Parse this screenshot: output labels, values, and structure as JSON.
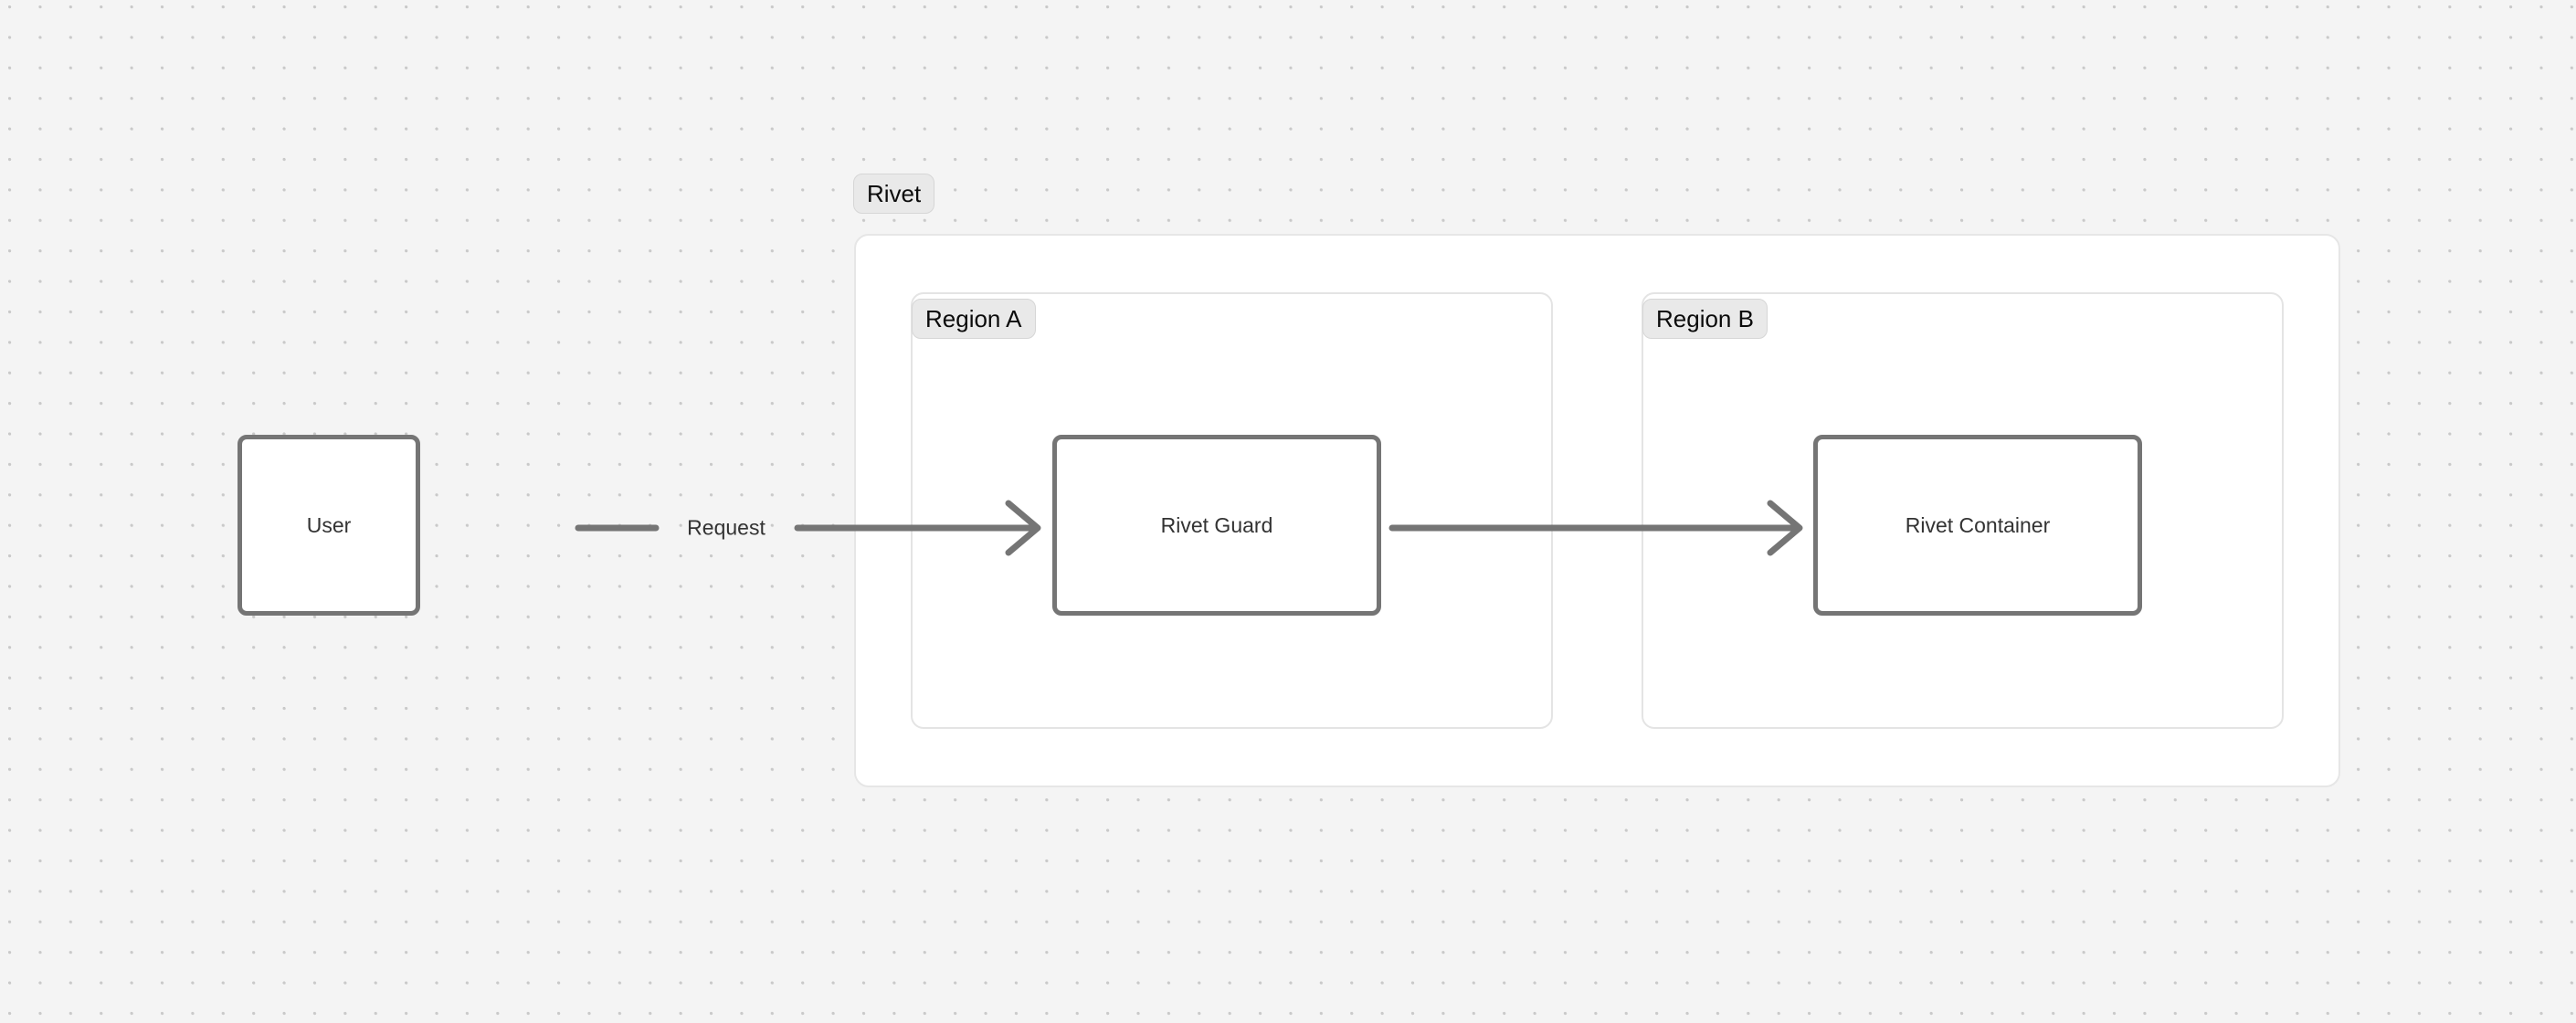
{
  "diagram": {
    "type": "flow-diagram",
    "background": "#f4f4f4",
    "grid": "dotted",
    "accent_colors": {
      "node_border": "#757575",
      "node_fill": "#ffffff",
      "group_border": "#e4e4e4",
      "group_fill": "#ffffff",
      "label_pill_fill": "#e9e9e9",
      "label_pill_border": "#d6d6d6",
      "edge_stroke": "#757575",
      "text": "#333333",
      "grid_dot": "#c9c9c9"
    },
    "groups": [
      {
        "id": "rivet",
        "label": "Rivet",
        "children": [
          "region-a",
          "region-b"
        ]
      },
      {
        "id": "region-a",
        "label": "Region A",
        "children": [
          "rivet-guard"
        ]
      },
      {
        "id": "region-b",
        "label": "Region B",
        "children": [
          "rivet-container"
        ]
      }
    ],
    "nodes": [
      {
        "id": "user",
        "label": "User",
        "group": null
      },
      {
        "id": "rivet-guard",
        "label": "Rivet Guard",
        "group": "region-a"
      },
      {
        "id": "rivet-container",
        "label": "Rivet Container",
        "group": "region-b"
      }
    ],
    "edges": [
      {
        "id": "user-to-guard",
        "from": "user",
        "to": "rivet-guard",
        "label": "Request",
        "arrowhead": "open-chevron",
        "direction": "right"
      },
      {
        "id": "guard-to-container",
        "from": "rivet-guard",
        "to": "rivet-container",
        "label": "",
        "arrowhead": "open-chevron",
        "direction": "right"
      }
    ]
  }
}
